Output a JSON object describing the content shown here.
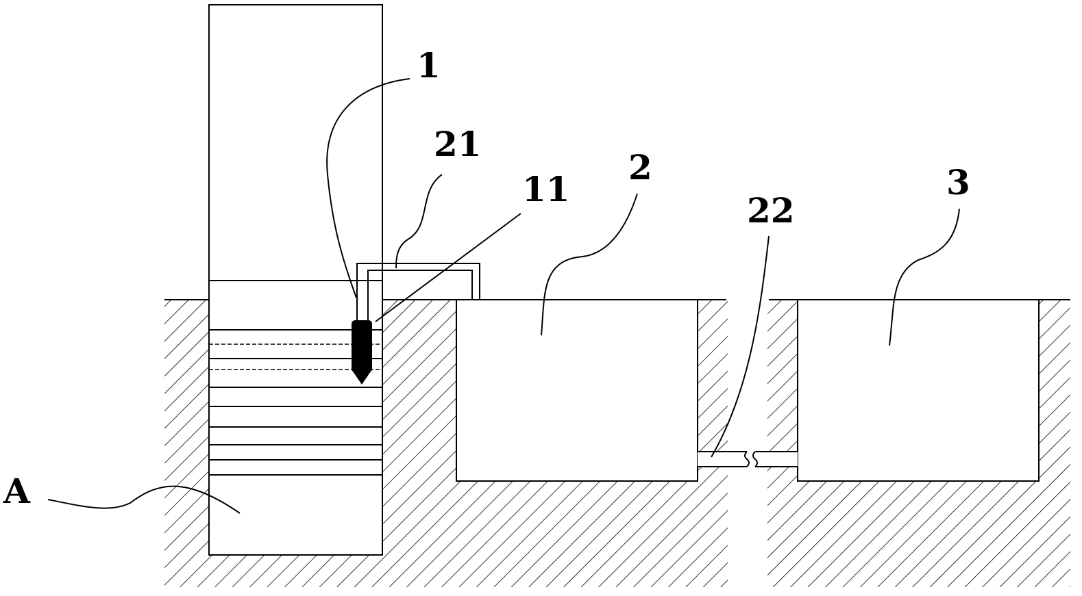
{
  "labels": {
    "well": "A",
    "pump_pipe": "1",
    "pump": "11",
    "pit_1": "2",
    "pipe_21": "21",
    "pipe_22": "22",
    "pit_2": "3"
  },
  "colors": {
    "line": "#000000",
    "background": "#ffffff",
    "pump_fill": "#000000"
  }
}
